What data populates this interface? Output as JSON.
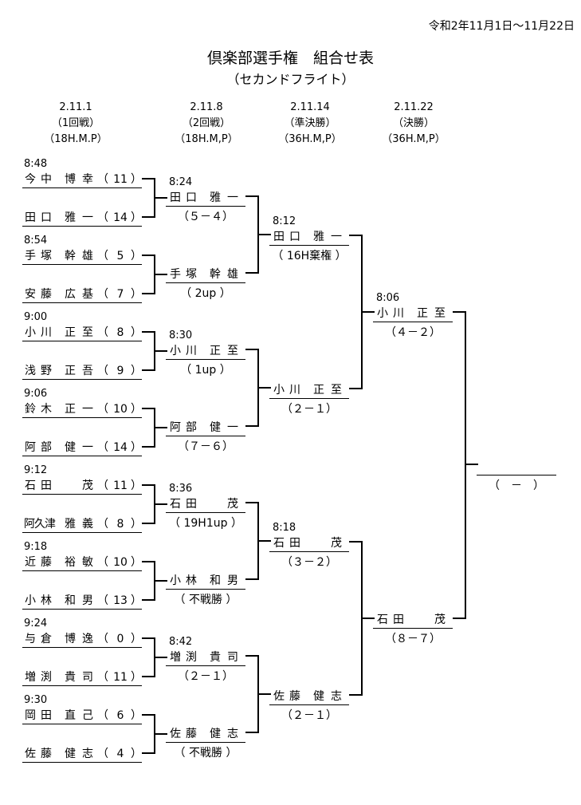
{
  "header": {
    "date_range": "令和2年11月1日～11月22日",
    "title": "倶楽部選手権　組合せ表",
    "subtitle": "（セカンドフライト）"
  },
  "rounds": [
    {
      "date": "2.11.1",
      "name": "（1回戦）",
      "format": "（18H.M.P）"
    },
    {
      "date": "2.11.8",
      "name": "（2回戦）",
      "format": "（18H.M,P）"
    },
    {
      "date": "2.11.14",
      "name": "（準決勝）",
      "format": "（36H.M,P）"
    },
    {
      "date": "2.11.22",
      "name": "（決勝）",
      "format": "（36H.M,P）"
    }
  ],
  "round1": [
    {
      "time": "8:48",
      "players": [
        {
          "name": [
            "今",
            "中",
            "博",
            "幸"
          ],
          "hc": "11"
        },
        {
          "name": [
            "田",
            "口",
            "雅",
            "一"
          ],
          "hc": "14"
        }
      ]
    },
    {
      "time": "8:54",
      "players": [
        {
          "name": [
            "手",
            "塚",
            "幹",
            "雄"
          ],
          "hc": "5"
        },
        {
          "name": [
            "安",
            "藤",
            "広",
            "基"
          ],
          "hc": "7"
        }
      ]
    },
    {
      "time": "9:00",
      "players": [
        {
          "name": [
            "小",
            "川",
            "正",
            "至"
          ],
          "hc": "8"
        },
        {
          "name": [
            "浅",
            "野",
            "正",
            "吾"
          ],
          "hc": "9"
        }
      ]
    },
    {
      "time": "9:06",
      "players": [
        {
          "name": [
            "鈴",
            "木",
            "正",
            "一"
          ],
          "hc": "10"
        },
        {
          "name": [
            "阿",
            "部",
            "健",
            "一"
          ],
          "hc": "14"
        }
      ]
    },
    {
      "time": "9:12",
      "players": [
        {
          "name": [
            "石",
            "田",
            "",
            "茂"
          ],
          "hc": "11"
        },
        {
          "name": [
            "阿久津",
            "",
            "雅",
            "義"
          ],
          "hc": "8"
        }
      ]
    },
    {
      "time": "9:18",
      "players": [
        {
          "name": [
            "近",
            "藤",
            "裕",
            "敏"
          ],
          "hc": "10"
        },
        {
          "name": [
            "小",
            "林",
            "和",
            "男"
          ],
          "hc": "13"
        }
      ]
    },
    {
      "time": "9:24",
      "players": [
        {
          "name": [
            "与",
            "倉",
            "博",
            "逸"
          ],
          "hc": "0"
        },
        {
          "name": [
            "増",
            "渕",
            "貴",
            "司"
          ],
          "hc": "11"
        }
      ]
    },
    {
      "time": "9:30",
      "players": [
        {
          "name": [
            "岡",
            "田",
            "直",
            "己"
          ],
          "hc": "6"
        },
        {
          "name": [
            "佐",
            "藤",
            "健",
            "志"
          ],
          "hc": "4"
        }
      ]
    }
  ],
  "round2": [
    {
      "time": "8:24",
      "winner": [
        "田",
        "口",
        "雅",
        "一"
      ],
      "result": "（５－４）"
    },
    {
      "time": "",
      "winner": [
        "手",
        "塚",
        "幹",
        "雄"
      ],
      "result": "（ 2up ）"
    },
    {
      "time": "8:30",
      "winner": [
        "小",
        "川",
        "正",
        "至"
      ],
      "result": "（ 1up ）"
    },
    {
      "time": "",
      "winner": [
        "阿",
        "部",
        "健",
        "一"
      ],
      "result": "（７－６）"
    },
    {
      "time": "8:36",
      "winner": [
        "石",
        "田",
        "",
        "茂"
      ],
      "result": "（ 19H1up ）"
    },
    {
      "time": "",
      "winner": [
        "小",
        "林",
        "和",
        "男"
      ],
      "result": "（ 不戦勝 ）"
    },
    {
      "time": "8:42",
      "winner": [
        "増",
        "渕",
        "貴",
        "司"
      ],
      "result": "（２－１）"
    },
    {
      "time": "",
      "winner": [
        "佐",
        "藤",
        "健",
        "志"
      ],
      "result": "（ 不戦勝 ）"
    }
  ],
  "semifinal": [
    {
      "time": "8:12",
      "winner": [
        "田",
        "口",
        "雅",
        "一"
      ],
      "result": "（ 16H棄権 ）"
    },
    {
      "time": "",
      "winner": [
        "小",
        "川",
        "正",
        "至"
      ],
      "result": "（２－１）"
    },
    {
      "time": "8:18",
      "winner": [
        "石",
        "田",
        "",
        "茂"
      ],
      "result": "（３－２）"
    },
    {
      "time": "",
      "winner": [
        "佐",
        "藤",
        "健",
        "志"
      ],
      "result": "（２－１）"
    }
  ],
  "final": [
    {
      "time": "8:06",
      "winner": [
        "小",
        "川",
        "正",
        "至"
      ],
      "result": "（４－２）"
    },
    {
      "time": "",
      "winner": [
        "石",
        "田",
        "",
        "茂"
      ],
      "result": "（８－７）"
    }
  ],
  "champion": {
    "name": "",
    "result": "（　－　）"
  }
}
